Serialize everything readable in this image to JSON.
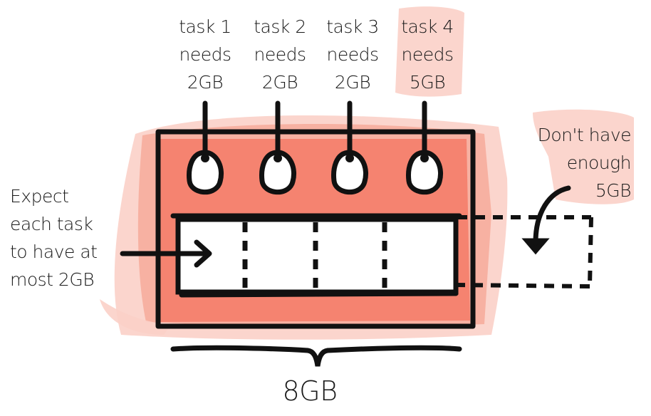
{
  "tasks": [
    {
      "lines": [
        "task 1",
        "needs",
        "2GB"
      ]
    },
    {
      "lines": [
        "task 2",
        "needs",
        "2GB"
      ]
    },
    {
      "lines": [
        "task 3",
        "needs",
        "2GB"
      ]
    },
    {
      "lines": [
        "task 4",
        "needs",
        "5GB"
      ]
    }
  ],
  "notes": {
    "expect": [
      "Expect",
      "each task",
      "to have at",
      "most 2GB"
    ],
    "not_enough": [
      "Don't have",
      "enough",
      "5GB"
    ]
  },
  "capacity_label": "8GB",
  "colors": {
    "highlight": "#f47b67",
    "highlight_light": "#fbd0c8",
    "ink": "#111111"
  }
}
